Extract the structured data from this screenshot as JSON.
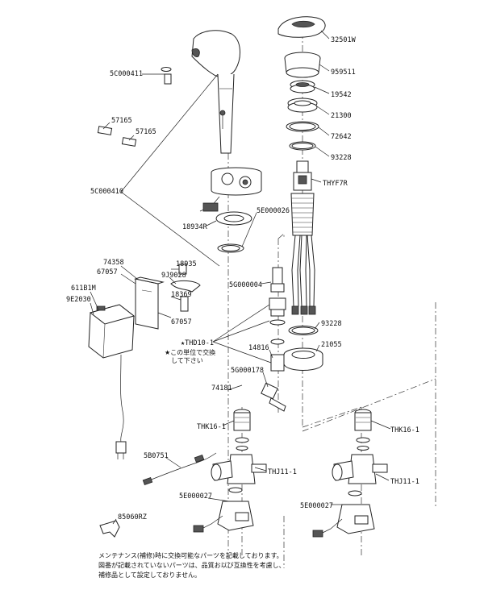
{
  "labels": {
    "p32501W": "32501W",
    "p959511": "959511",
    "p19542": "19542",
    "p21300": "21300",
    "p72642": "72642",
    "p93228a": "93228",
    "pTHYF7R": "THYF7R",
    "p5C000411": "5C000411",
    "p57165a": "57165",
    "p57165b": "57165",
    "p5C000410": "5C000410",
    "p18934R": "18934R",
    "p5E000026": "5E000026",
    "p74358": "74358",
    "p67057a": "67057",
    "p611B1M": "611B1M",
    "p9E2030": "9E2030",
    "p18935": "18935",
    "p9J9028": "9J9028",
    "p18369": "18369",
    "p67057b": "67057",
    "p5G000004": "5G000004",
    "p93228b": "93228",
    "pTHD10": "★THD10-1",
    "p21055": "21055",
    "p14816": "14816",
    "p5G000178": "5G000178",
    "p74181": "74181",
    "pTHK16a": "THK16-1",
    "pTHK16b": "THK16-1",
    "p5B0751": "5B0751",
    "pTHJ11a": "THJ11-1",
    "pTHJ11b": "THJ11-1",
    "p5E000027a": "5E000027",
    "p5E000027b": "5E000027",
    "p85060RZ": "85060RZ"
  },
  "unit_note": {
    "line1": "★この単位で交換",
    "line2": "して下さい"
  },
  "footer_note": {
    "line1": "メンテナンス(補修)時に交換可能なパーツを記載しております。",
    "line2": "図番が記載されていないパーツは、品質お以び互換性を考慮し、",
    "line3": "補修品として設定しておりません。"
  }
}
